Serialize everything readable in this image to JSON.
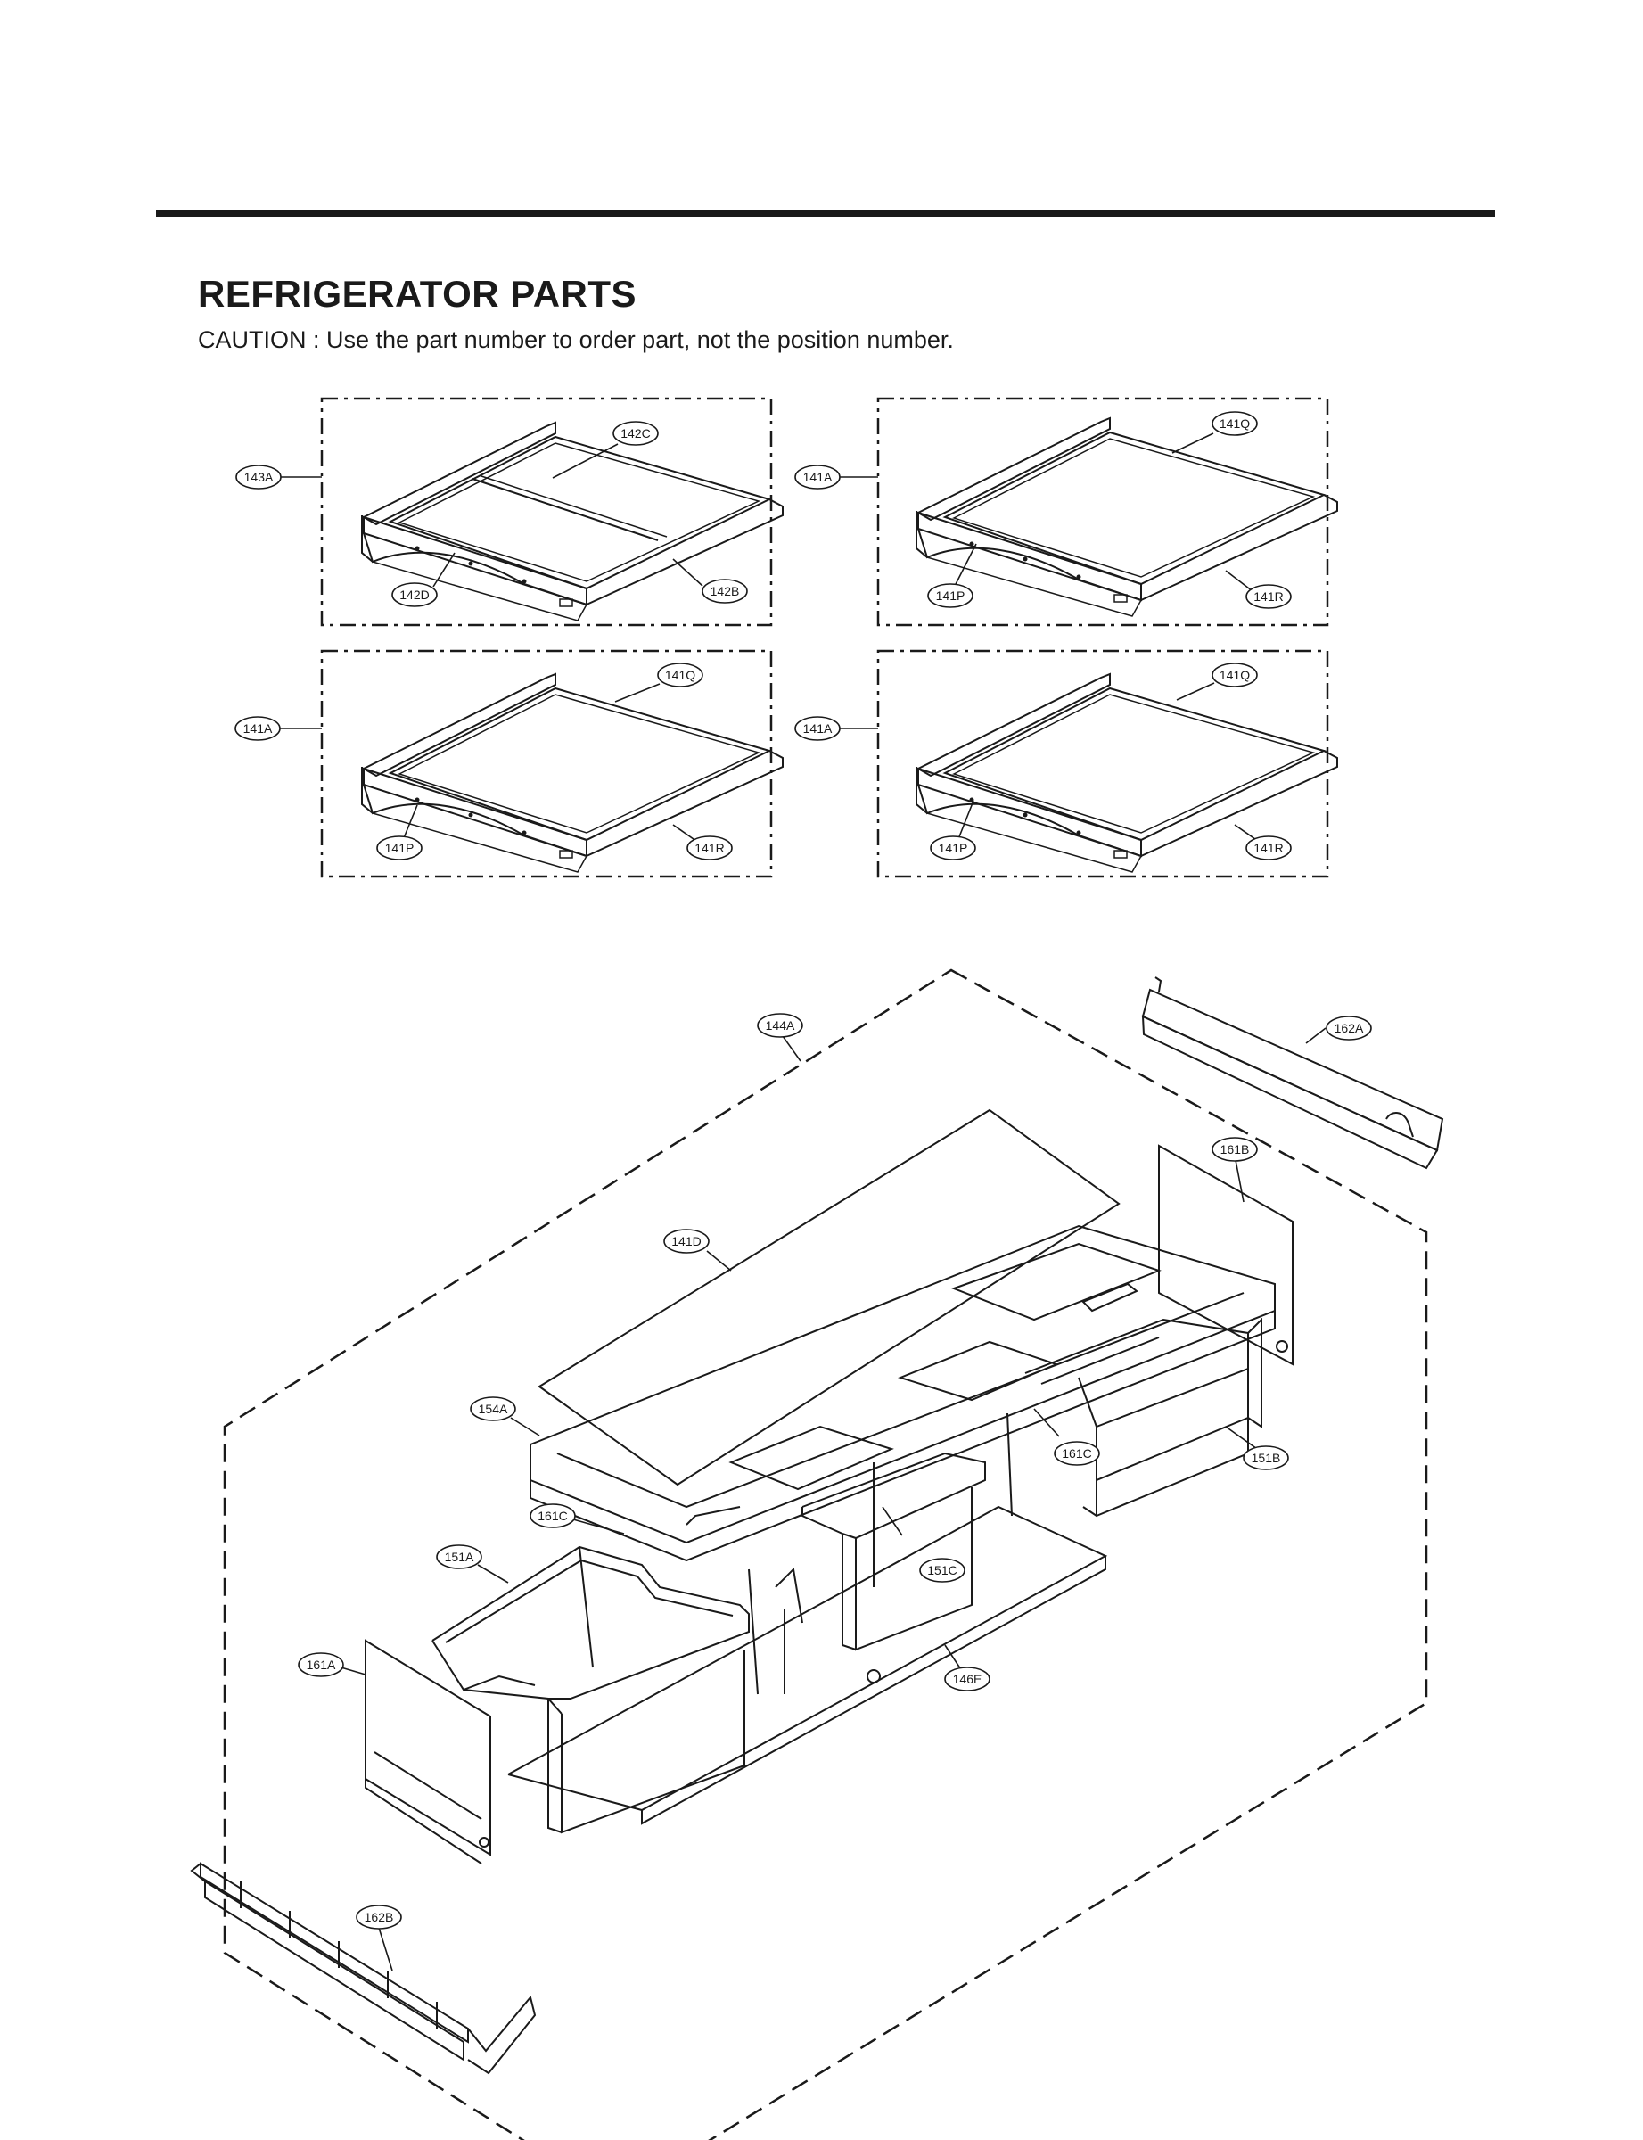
{
  "header": {
    "title": "REFRIGERATOR PARTS",
    "caution": "CAUTION : Use the part number to order part, not the position number."
  },
  "callouts": {
    "s1_143A": "143A",
    "s1_142C": "142C",
    "s1_142D": "142D",
    "s1_142B": "142B",
    "s2_141A": "141A",
    "s2_141Q": "141Q",
    "s2_141P": "141P",
    "s2_141R": "141R",
    "s3_141A": "141A",
    "s3_141Q": "141Q",
    "s3_141P": "141P",
    "s3_141R": "141R",
    "s4_141A": "141A",
    "s4_141Q": "141Q",
    "s4_141P": "141P",
    "s4_141R": "141R",
    "b_144A": "144A",
    "b_162A": "162A",
    "b_161B": "161B",
    "b_141D": "141D",
    "b_154A": "154A",
    "b_161C_r": "161C",
    "b_151B": "151B",
    "b_161C_l": "161C",
    "b_151C": "151C",
    "b_151A": "151A",
    "b_161A": "161A",
    "b_146E": "146E",
    "b_162B": "162B"
  }
}
